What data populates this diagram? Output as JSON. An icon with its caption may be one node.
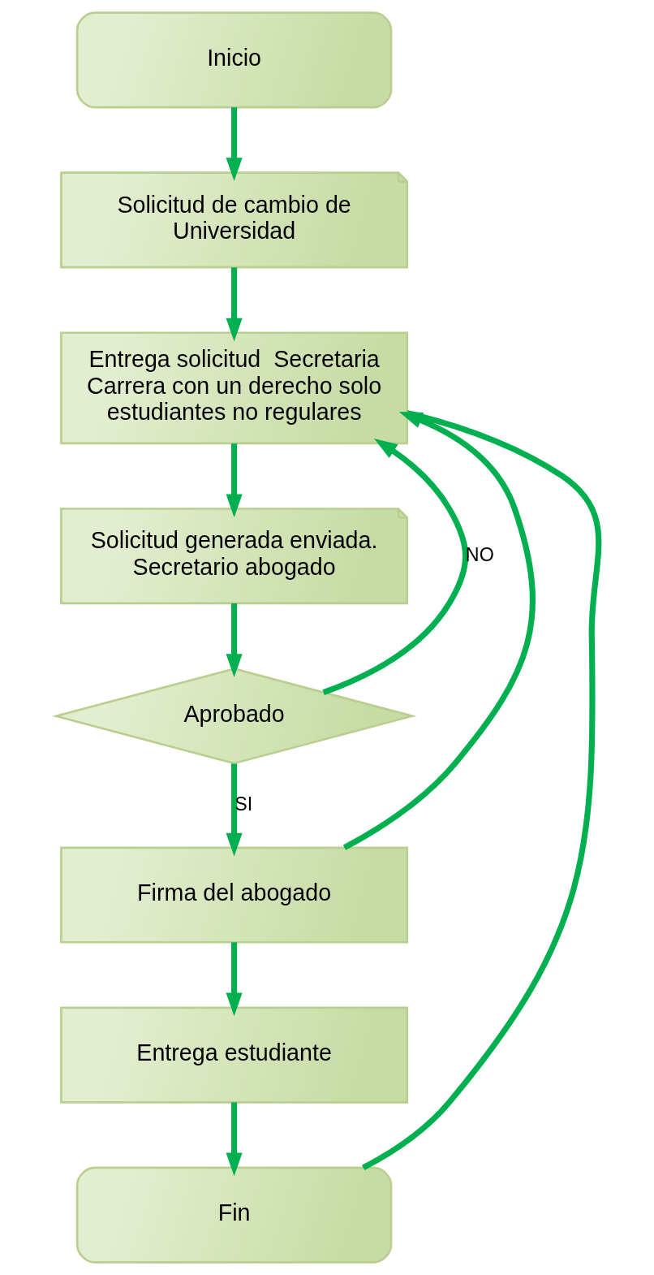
{
  "diagram": {
    "nodes": [
      {
        "text": [
          "Inicio"
        ]
      },
      {
        "text": [
          "Solicitud de cambio de Universidad"
        ]
      },
      {
        "text": [
          "Entrega solicitud  Secretaria Carrera con un derecho solo estudiantes no regulares"
        ]
      },
      {
        "text": [
          "Solicitud generada enviada. Secretario abogado"
        ]
      },
      {
        "text": [
          "Aprobado"
        ]
      },
      {
        "text": [
          "Firma del abogado"
        ]
      },
      {
        "text": [
          "Entrega estudiante"
        ]
      },
      {
        "text": [
          "Fin"
        ]
      }
    ],
    "edges": [
      {
        "from": 0,
        "to": 1,
        "arrow": "to"
      },
      {
        "from": 1,
        "to": 2,
        "arrow": "to"
      },
      {
        "from": 2,
        "to": 3,
        "arrow": "to"
      },
      {
        "from": 3,
        "to": 4,
        "arrow": "to"
      },
      {
        "from": 4,
        "to": 2,
        "arrow": "to",
        "label": "NO"
      },
      {
        "from": 4,
        "to": 5,
        "arrow": "to",
        "label": "SI"
      },
      {
        "from": 5,
        "to": 2,
        "arrow": "to"
      },
      {
        "from": 5,
        "to": 6,
        "arrow": "to"
      },
      {
        "from": 6,
        "to": 7,
        "arrow": "to"
      },
      {
        "from": 7,
        "to": 2,
        "arrow": "none"
      }
    ]
  }
}
